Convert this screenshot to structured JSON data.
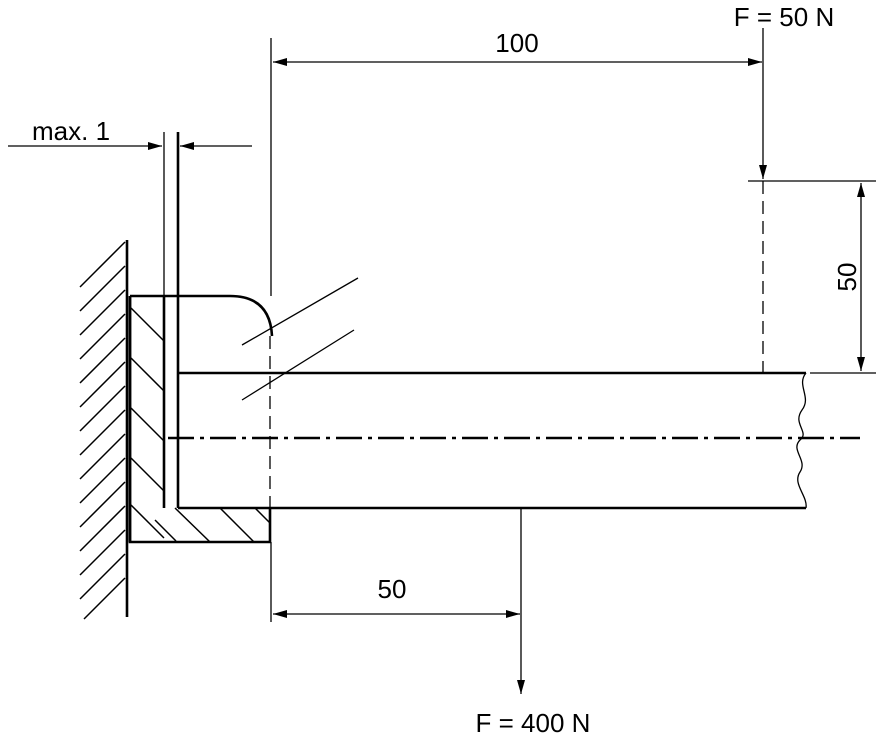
{
  "labels": {
    "force_top": "F = 50 N",
    "force_bottom": "F = 400 N",
    "dim_horizontal_top": "100",
    "dim_horizontal_bottom": "50",
    "dim_vertical": "50",
    "gap_max": "max. 1"
  }
}
